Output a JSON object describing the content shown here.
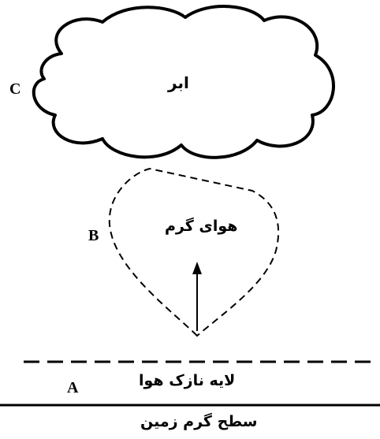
{
  "labels": {
    "a": "A",
    "b": "B",
    "c": "C"
  },
  "texts": {
    "cloud": "ابر",
    "warm_air": "هوای گرم",
    "thin_layer": "لایه نازک هوا",
    "ground": "سطح گرم زمین"
  },
  "colors": {
    "ink": "#000000",
    "background": "#ffffff"
  }
}
